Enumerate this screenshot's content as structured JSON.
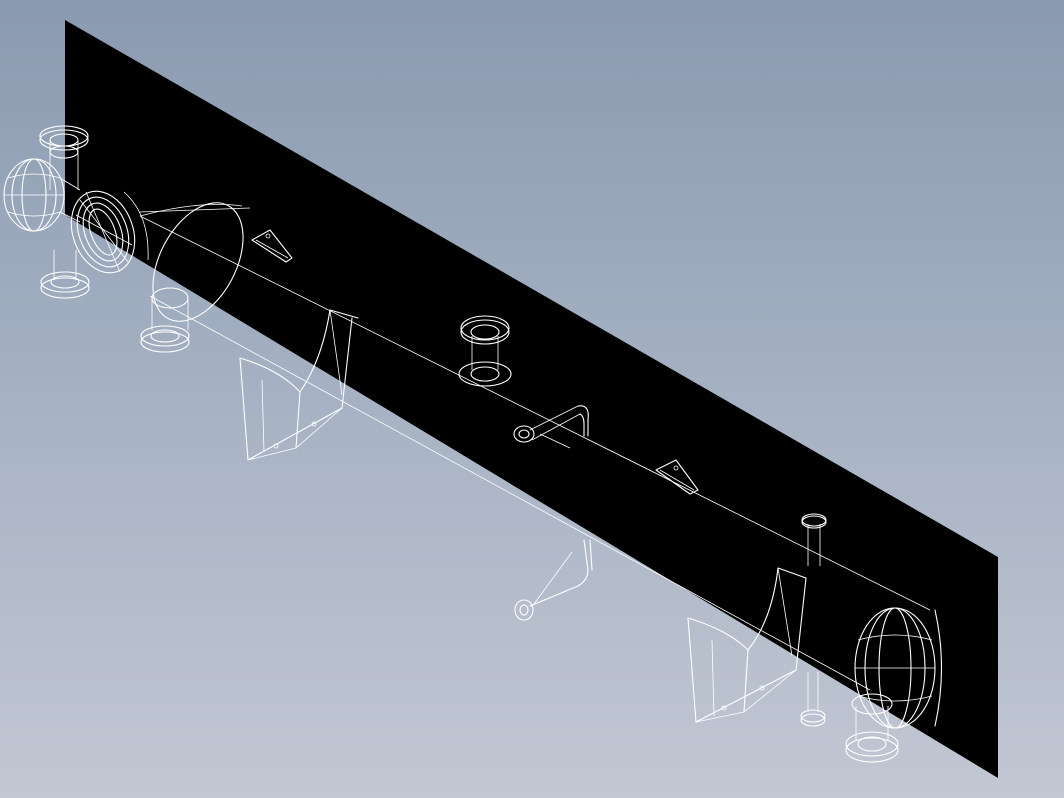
{
  "view": {
    "background_top": "#8a9ab0",
    "background_bottom": "#c2c7d3",
    "backplane_color": "#000000",
    "linework_color": "#ffffff",
    "render_style": "wireframe isometric"
  },
  "model": {
    "components": [
      "vessel-shell",
      "end-head-left",
      "end-head-right",
      "saddle-support-left",
      "saddle-support-right",
      "nozzle-top-left",
      "nozzle-bottom-left",
      "nozzle-inlet-left",
      "nozzle-top-center",
      "nozzle-top-right",
      "nozzle-bottom-right",
      "lifting-lug-left",
      "lifting-lug-right",
      "pipe-bend-upper",
      "pipe-bend-lower"
    ]
  }
}
